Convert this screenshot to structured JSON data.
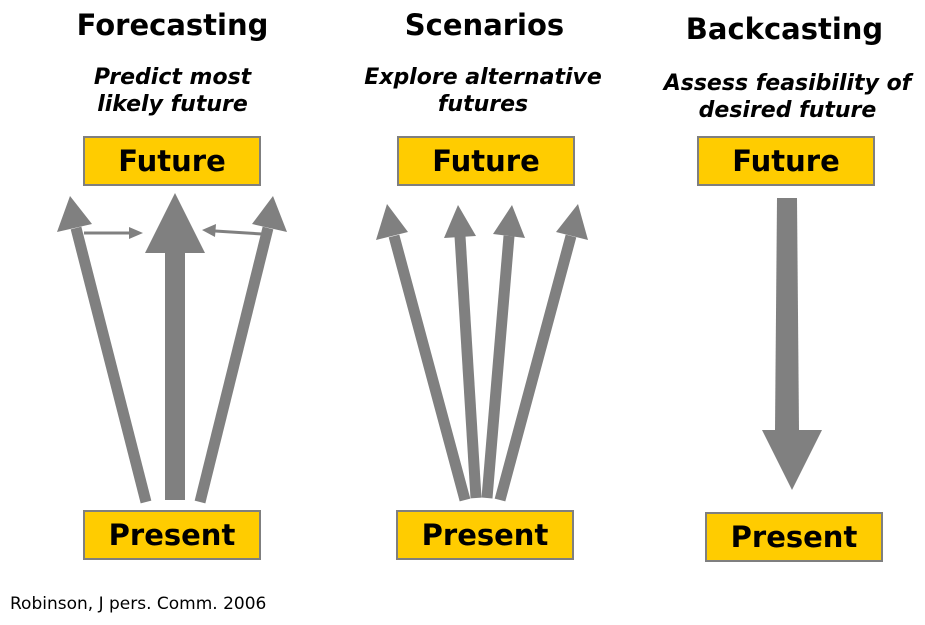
{
  "columns": [
    {
      "title": "Forecasting",
      "subtitle": "Predict most\nlikely future",
      "top_box": "Future",
      "bottom_box": "Present"
    },
    {
      "title": "Scenarios",
      "subtitle": "Explore alternative\nfutures",
      "top_box": "Future",
      "bottom_box": "Present"
    },
    {
      "title": "Backcasting",
      "subtitle": "Assess feasibility of\ndesired future",
      "top_box": "Future",
      "bottom_box": "Present"
    }
  ],
  "citation": "Robinson, J pers. Comm. 2006",
  "colors": {
    "box_fill": "#ffcc00",
    "box_border": "#7f7f7f",
    "arrow": "#808080"
  }
}
